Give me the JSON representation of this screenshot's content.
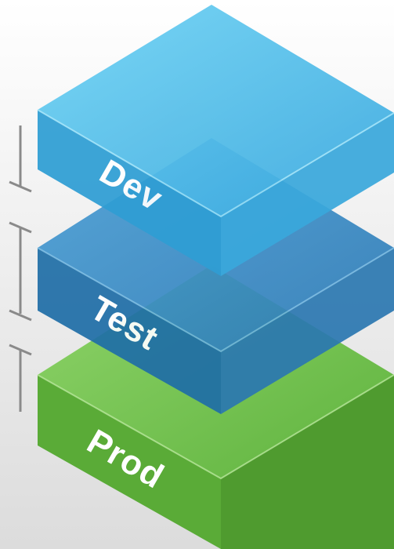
{
  "diagram": {
    "layers": [
      {
        "id": "dev",
        "label": "Dev",
        "colors": {
          "top": "#4fbde6",
          "left": "#2f9ed4",
          "right": "#3aa7d9",
          "edge": "#8fdcf6"
        }
      },
      {
        "id": "test",
        "label": "Test",
        "colors": {
          "top": "#3b8fc8",
          "left": "#1e6ea8",
          "right": "#2a79b3",
          "edge": "#6fb7e2"
        }
      },
      {
        "id": "prod",
        "label": "Prod",
        "colors": {
          "top": "#72c24f",
          "left": "#58aa36",
          "right": "#4e9c2f",
          "edge": "#a5dc86"
        }
      }
    ],
    "bracket_color": "#8a8a8a",
    "background": "#eeeeee"
  }
}
